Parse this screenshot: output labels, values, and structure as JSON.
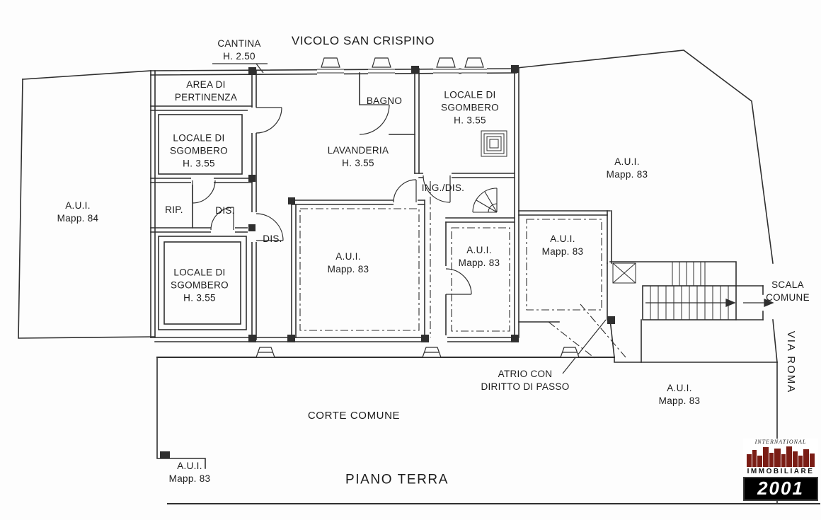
{
  "plan": {
    "street_top": "VICOLO SAN CRISPINO",
    "street_right": "VIA ROMA",
    "floor_title": "PIANO TERRA",
    "courtyard": "CORTE COMUNE",
    "rooms": {
      "cantina": "CANTINA\nH. 2.50",
      "area_pertinenza": "AREA DI\nPERTINENZA",
      "bagno": "BAGNO",
      "lavanderia": "LAVANDERIA\nH. 3.55",
      "locale_sgombero_nord": "LOCALE DI\nSGOMBERO\nH. 3.55",
      "locale_sgombero_ovest": "LOCALE DI\nSGOMBERO\nH. 3.55",
      "locale_sgombero_sud": "LOCALE DI\nSGOMBERO\nH. 3.55",
      "ing_dis": "ING./DIS.",
      "rip": "RIP.",
      "dis_a": "DIS.",
      "dis_b": "DIS.",
      "scala_comune": "SCALA\nCOMUNE",
      "atrio": "ATRIO CON\nDIRITTO DI PASSO"
    },
    "parcels": {
      "aui_84": "A.U.I.\nMapp. 84",
      "aui_83_ne": "A.U.I.\nMapp. 83",
      "aui_83_centro": "A.U.I.\nMapp. 83",
      "aui_83_mid": "A.U.I.\nMapp. 83",
      "aui_83_est": "A.U.I.\nMapp. 83",
      "aui_83_se": "A.U.I.\nMapp. 83",
      "aui_83_sw": "A.U.I.\nMapp. 83"
    }
  },
  "logo": {
    "top": "INTERNATIONAL",
    "name": "IMMOBILIARE",
    "year": "2001"
  },
  "colors": {
    "line": "#2f2f2f",
    "logo_red": "#7a1d15",
    "logo_black": "#000000"
  }
}
